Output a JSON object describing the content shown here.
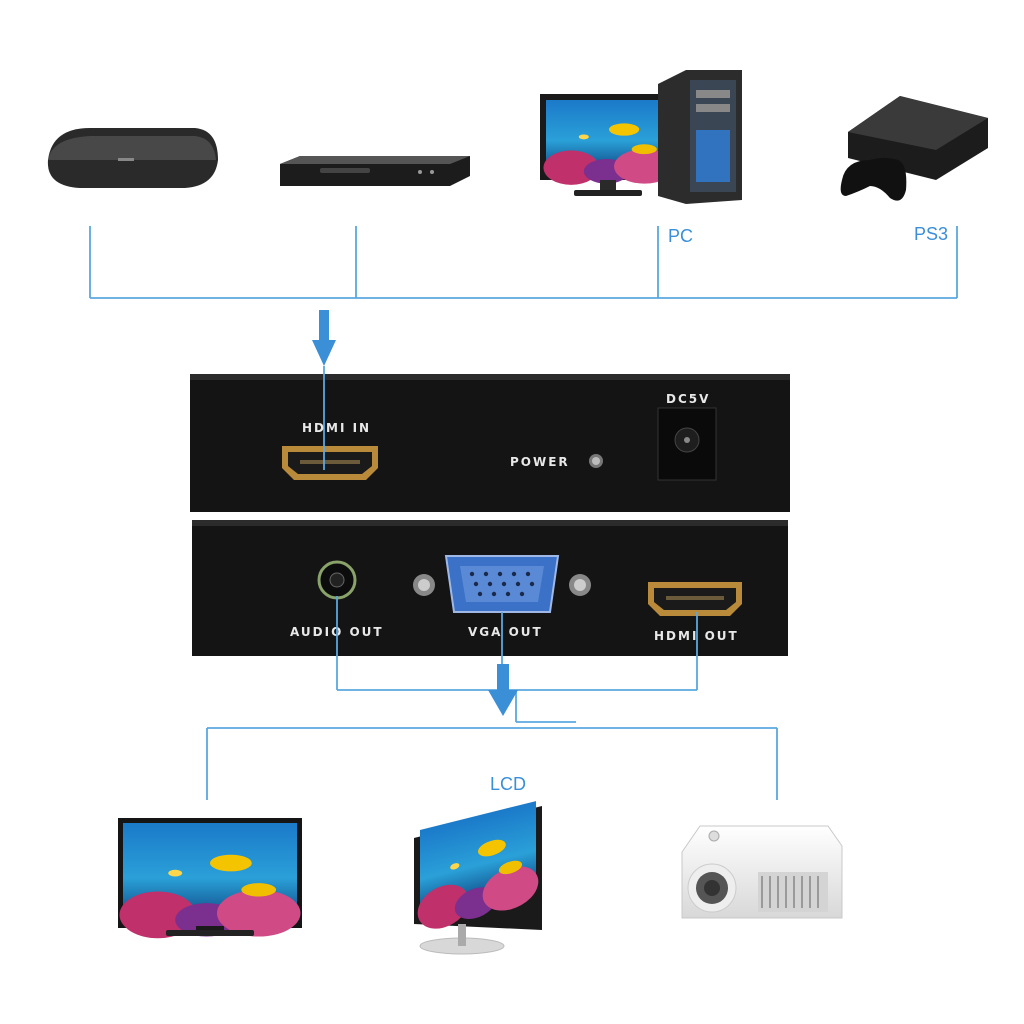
{
  "sources": [
    {
      "name": "set-top-box",
      "label": ""
    },
    {
      "name": "dvd-player",
      "label": ""
    },
    {
      "name": "pc",
      "label": "PC"
    },
    {
      "name": "ps3",
      "label": "PS3"
    }
  ],
  "converter": {
    "input_panel": {
      "hdmi_in_label": "HDMI IN",
      "power_label": "POWER",
      "dc_label": "DC5V"
    },
    "output_panel": {
      "audio_out_label": "AUDIO OUT",
      "vga_out_label": "VGA OUT",
      "hdmi_out_label": "HDMI OUT"
    }
  },
  "displays": [
    {
      "name": "tv",
      "label": ""
    },
    {
      "name": "lcd",
      "label": "LCD"
    },
    {
      "name": "projector",
      "label": ""
    }
  ],
  "colors": {
    "line": "#5aa8e0",
    "arrow": "#3b8fd6",
    "label": "#3a8fd8",
    "panel": "#141414"
  }
}
